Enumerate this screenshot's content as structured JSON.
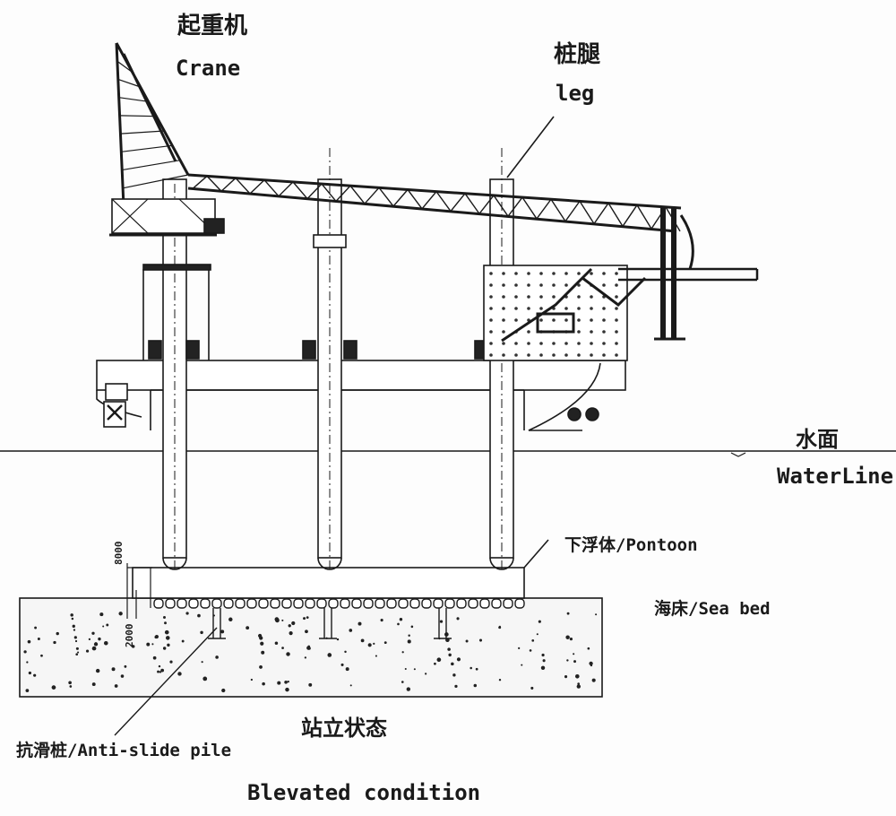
{
  "labels": {
    "crane_cn": "起重机",
    "crane_en": "Crane",
    "leg_cn": "桩腿",
    "leg_en": "leg",
    "water_cn": "水面",
    "water_en": "WaterLine",
    "pontoon": "下浮体/Pontoon",
    "seabed": "海床/Sea bed",
    "pile": "抗滑桩/Anti-slide pile",
    "state_cn": "站立状态",
    "state_en": "Blevated condition",
    "dim_top": "8000",
    "dim_bottom": "2000"
  },
  "colors": {
    "line": "#1a1a1a",
    "background": "#fdfdfd"
  }
}
